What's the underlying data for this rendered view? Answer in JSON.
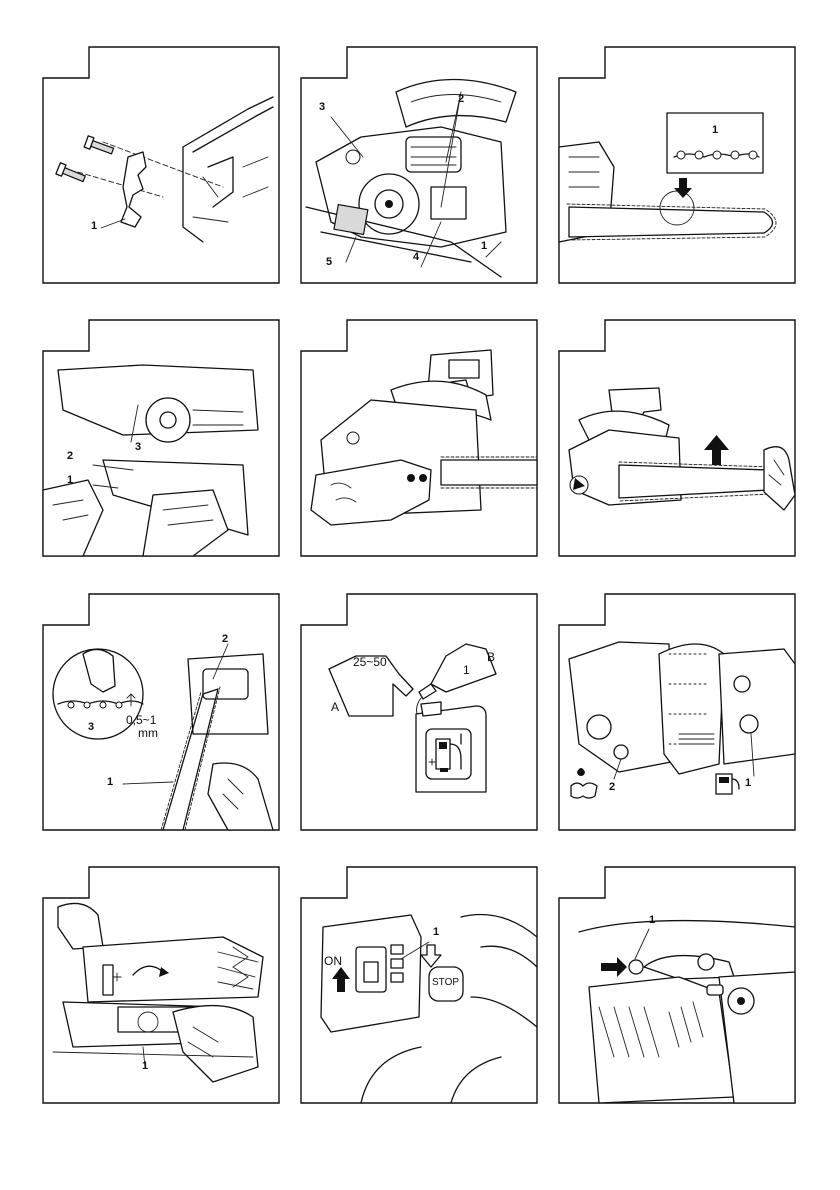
{
  "panels": [
    {
      "id": "p1",
      "labels": {
        "l1": "1"
      }
    },
    {
      "id": "p2",
      "labels": {
        "l1": "1",
        "l2": "2",
        "l3": "3",
        "l4": "4",
        "l5": "5"
      }
    },
    {
      "id": "p3",
      "labels": {
        "l1": "1"
      }
    },
    {
      "id": "p4",
      "labels": {
        "l1": "1",
        "l2": "2",
        "l3": "3"
      }
    },
    {
      "id": "p5",
      "labels": {}
    },
    {
      "id": "p6",
      "labels": {}
    },
    {
      "id": "p7",
      "labels": {
        "l1": "1",
        "l2": "2",
        "l3": "3",
        "gap": "0,5~1",
        "unit": "mm"
      }
    },
    {
      "id": "p8",
      "labels": {
        "ratio": "25~50",
        "a": "A",
        "b": "B",
        "bottle": "1"
      }
    },
    {
      "id": "p9",
      "labels": {
        "l1": "1",
        "l2": "2"
      }
    },
    {
      "id": "p10",
      "labels": {
        "l1": "1"
      }
    },
    {
      "id": "p11",
      "labels": {
        "l1": "1",
        "on": "ON",
        "stop": "STOP"
      }
    },
    {
      "id": "p12",
      "labels": {
        "l1": "1"
      }
    }
  ]
}
